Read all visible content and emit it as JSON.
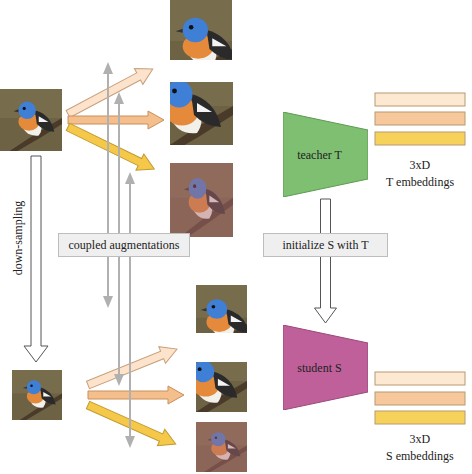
{
  "diagram": {
    "nodes": [
      {
        "text": [
          "teacher T"
        ]
      },
      {
        "text": [
          "coupled augmentations"
        ]
      },
      {
        "text": [
          "student S"
        ]
      }
    ],
    "edges": [
      {
        "from": 0,
        "to": 2,
        "arrow": "to",
        "label": "initialize S with T"
      }
    ],
    "labels": [
      "down-sampling",
      "3xD",
      "T embeddings",
      "3xD",
      "S embeddings"
    ]
  }
}
